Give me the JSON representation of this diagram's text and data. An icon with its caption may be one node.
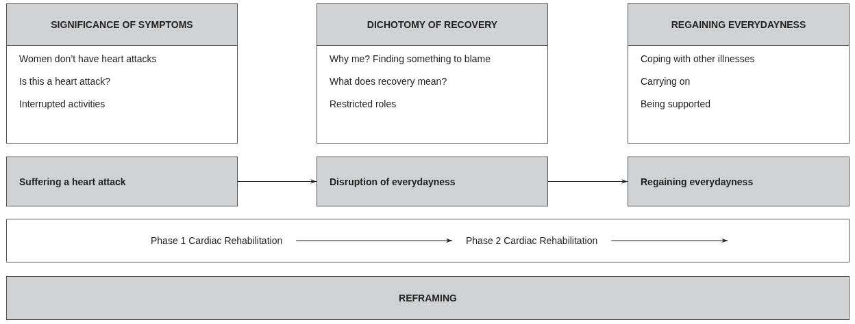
{
  "diagram": {
    "nodes": [
      {
        "text": [
          "SIGNIFICANCE OF SYMPTOMS",
          "Women don’t have heart attacks",
          "Is this a heart attack?",
          "Interrupted activities"
        ]
      },
      {
        "text": [
          "DICHOTOMY OF RECOVERY",
          "Why me? Finding something to blame",
          "What does recovery mean?",
          "Restricted roles"
        ]
      },
      {
        "text": [
          "REGAINING EVERYDAYNESS",
          "Coping with other illnesses",
          "Carrying on",
          "Being supported"
        ]
      },
      {
        "text": [
          "Suffering a heart attack"
        ]
      },
      {
        "text": [
          "Disruption of everydayness"
        ]
      },
      {
        "text": [
          "Regaining everydayness"
        ]
      },
      {
        "text": [],
        "shape": "box"
      },
      {
        "text": [
          "Phase 1 Cardiac Rehabilitation"
        ],
        "in": 6
      },
      {
        "text": [
          "Phase 2 Cardiac Rehabilitation"
        ],
        "in": 6
      },
      {
        "text": [
          "REFRAMING"
        ]
      }
    ],
    "edges": [
      {
        "from": 3,
        "to": 4,
        "arrow": "to"
      },
      {
        "from": 4,
        "to": 5,
        "arrow": "to"
      },
      {
        "from": 7,
        "to": 8,
        "arrow": "to"
      },
      {
        "from": 8,
        "to": null,
        "arrow": "to"
      }
    ]
  }
}
